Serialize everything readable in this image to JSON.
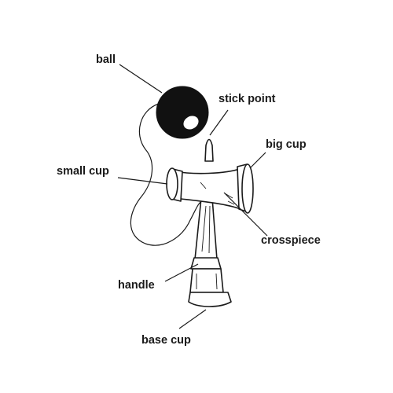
{
  "labels": {
    "ball": "ball",
    "stick_point": "stick point",
    "big_cup": "big cup",
    "small_cup": "small cup",
    "crosspiece": "crosspiece",
    "handle": "handle",
    "base_cup": "base cup"
  },
  "colors": {
    "ink": "#1a1a1a",
    "ball": "#111111",
    "background": "#ffffff"
  }
}
